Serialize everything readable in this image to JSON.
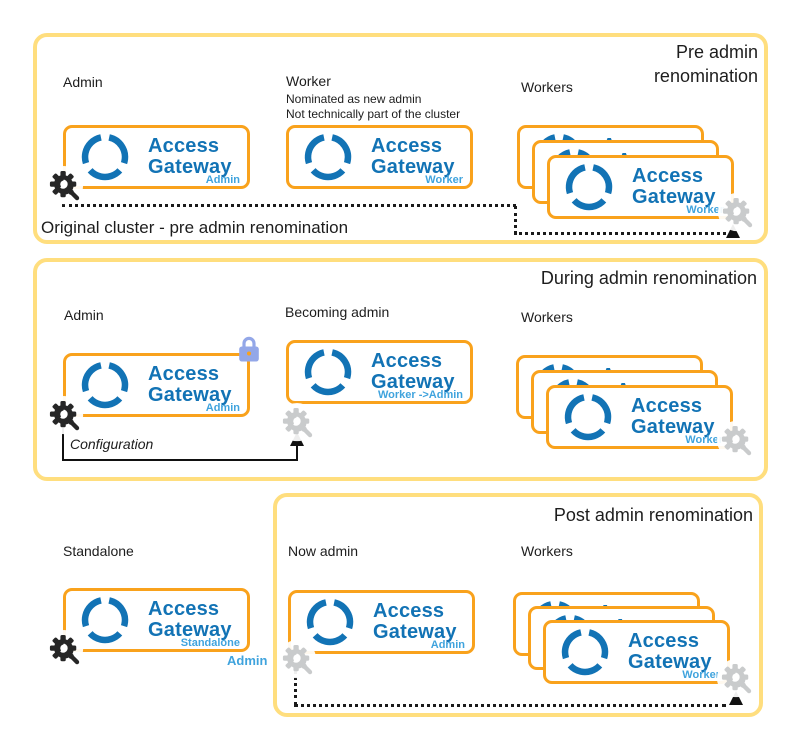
{
  "product": {
    "line1": "Access",
    "line2": "Gateway"
  },
  "roles": {
    "admin": "Admin",
    "worker": "Worker",
    "standalone": "Standalone",
    "worker_to_admin": "Worker ->Admin"
  },
  "phase_pre": {
    "title_line1": "Pre admin",
    "title_line2": "renomination",
    "admin_label": "Admin",
    "worker_label": "Worker",
    "worker_note_1": "Nominated as new admin",
    "worker_note_2": "Not technically part of the cluster",
    "workers_label": "Workers",
    "caption": "Original  cluster - pre admin renomination"
  },
  "phase_during": {
    "title": "During admin renomination",
    "admin_label": "Admin",
    "becoming_admin_label": "Becoming admin",
    "workers_label": "Workers",
    "configuration_label": "Configuration"
  },
  "phase_post": {
    "title": "Post admin renomination",
    "standalone_label": "Standalone",
    "now_admin_label": "Now admin",
    "workers_label": "Workers",
    "stray_admin_label": "Admin"
  },
  "colors": {
    "phase_border": "#FFDE7E",
    "node_border": "#F9A21C",
    "brand_blue": "#1273B5",
    "role_blue": "#3FA3DD",
    "gear_dark": "#262626",
    "gear_light": "#C9CBCC",
    "lock_blue": "#93A7E8",
    "line_black": "#1a1a1a"
  },
  "icons": {
    "logo": "access-gateway-logo-icon",
    "gear_dark": "configuration-gear-magnifier-icon",
    "gear_light": "configuration-gear-magnifier-icon-gray",
    "lock": "lock-icon"
  }
}
